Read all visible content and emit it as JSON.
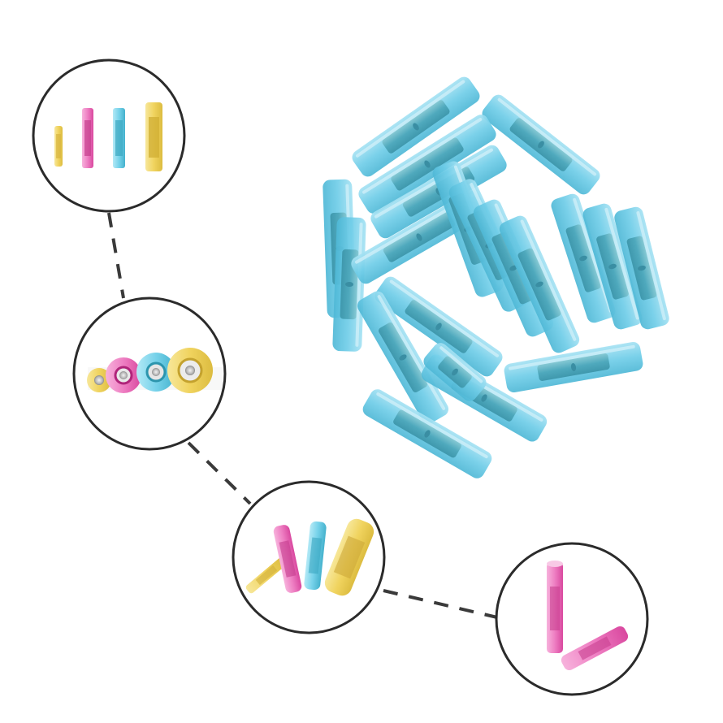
{
  "colors": {
    "background": "#ffffff",
    "circle_outline": "#2b2b2b",
    "dash_line": "#3a3a3a",
    "blue_sleeve": "#6fcde8",
    "blue_core": "#4fb0c8",
    "blue_light": "#a6e2f3",
    "yellow_sleeve": "#f3dc74",
    "yellow_core": "#e0c24d",
    "pink_sleeve": "#f08ac8",
    "pink_core": "#d8489e",
    "cyan_sleeve": "#7ad5ec",
    "cyan_core": "#4ab5cf",
    "metal": "#c9c9c9"
  },
  "insets": [
    {
      "name": "inset-side-view-four-sizes",
      "content": [
        "yellow",
        "pink",
        "cyan",
        "yellow"
      ]
    },
    {
      "name": "inset-end-view-four-sizes",
      "content": [
        "yellow",
        "pink",
        "cyan",
        "yellow"
      ]
    },
    {
      "name": "inset-angled-view-four-sizes",
      "content": [
        "yellow",
        "pink",
        "cyan",
        "yellow"
      ]
    },
    {
      "name": "inset-pink-pair",
      "content": [
        "pink",
        "pink"
      ]
    }
  ],
  "main_pile": {
    "color": "blue",
    "count": 20
  }
}
